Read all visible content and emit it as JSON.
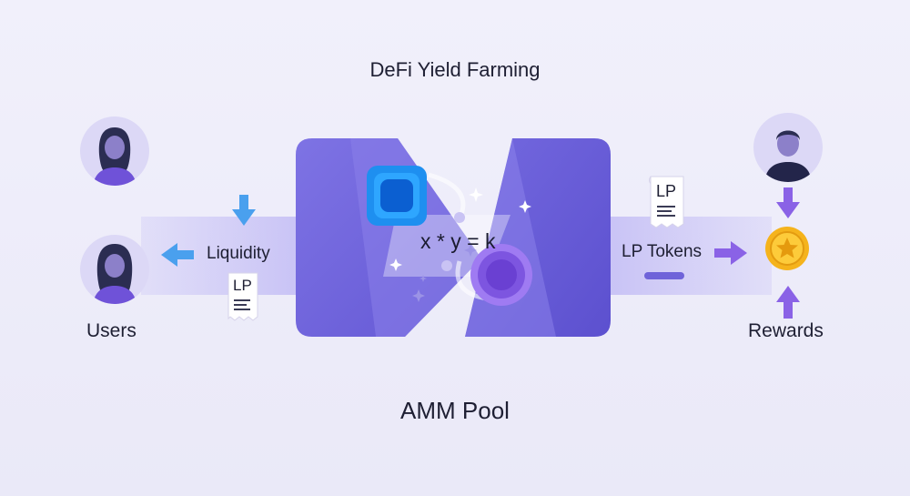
{
  "diagram": {
    "title": "DeFi Yield Farming",
    "users_label": "Users",
    "liquidity_label": "Liquidity",
    "pool_label": "AMM Pool",
    "formula": "x * y = k",
    "lp_tokens_label": "LP Tokens",
    "rewards_label": "Rewards",
    "lp_receipt_text": "LP"
  },
  "colors": {
    "pool_purple": "#6f63d9",
    "token_blue": "#1e8ff0",
    "token_purple": "#7d55e0",
    "arrow_blue": "#4aa0ee",
    "arrow_purple": "#8a62e6",
    "coin_gold": "#f5b31c"
  },
  "icons": [
    "user-avatar-icon",
    "user-avatar-icon",
    "user-avatar-icon",
    "lp-receipt-icon",
    "star-coin-icon",
    "sparkle-icon"
  ]
}
